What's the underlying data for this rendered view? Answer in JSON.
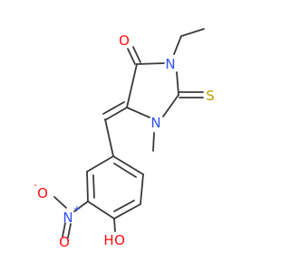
{
  "colors": {
    "background": "#ffffff",
    "bond": "#3a3a3a",
    "oxygen": "#ff0d0d",
    "nitrogen": "#3050f8",
    "sulfur": "#b8a000"
  },
  "atoms": {
    "o_carbonyl": "O",
    "n3": "N",
    "s_thione": "S",
    "n1": "N",
    "n_nitro": "N",
    "n_nitro_charge": "+",
    "o_nitro_minus": "O",
    "o_nitro_minus_charge": "-",
    "o_nitro_double": "O",
    "o_hydroxy": "O",
    "h_hydroxy": "H"
  }
}
